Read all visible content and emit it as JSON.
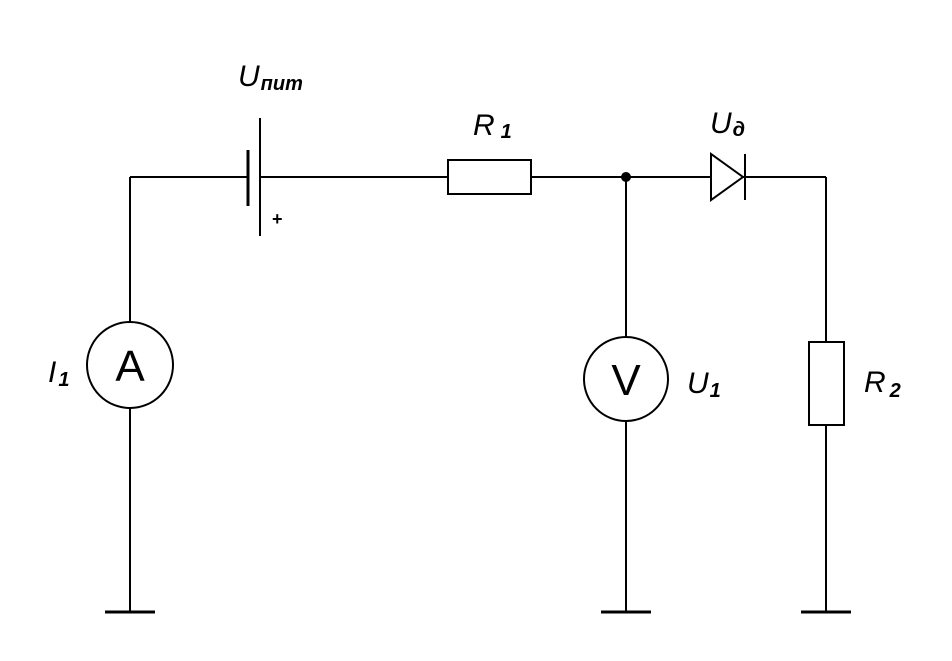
{
  "labels": {
    "battery": {
      "main": "U",
      "sub": "пит"
    },
    "r1": {
      "main": "R",
      "sub": "1"
    },
    "diode": {
      "main": "U",
      "sub": "д"
    },
    "ammeter": {
      "main": "I",
      "sub": "1"
    },
    "voltmeter": {
      "main": "U",
      "sub": "1"
    },
    "r2": {
      "main": "R",
      "sub": "2"
    }
  },
  "symbols": {
    "ammeter": "A",
    "voltmeter": "V",
    "battery_polarity": "+"
  }
}
